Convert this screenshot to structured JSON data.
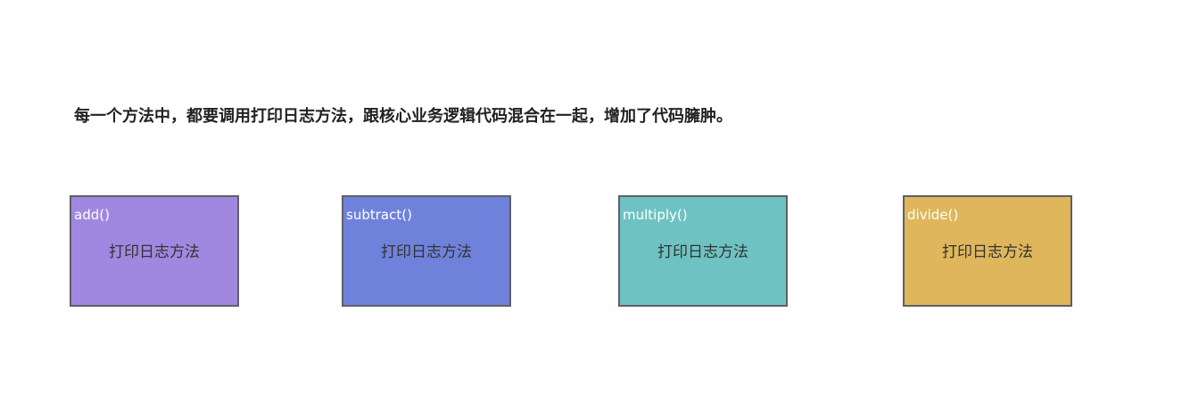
{
  "headline": "每一个方法中，都要调用打印日志方法，跟核心业务逻辑代码混合在一起，增加了代码臃肿。",
  "boxes": [
    {
      "name": "add()",
      "body": "打印日志方法",
      "color": "#a088e0"
    },
    {
      "name": "subtract()",
      "body": "打印日志方法",
      "color": "#6f82db"
    },
    {
      "name": "multiply()",
      "body": "打印日志方法",
      "color": "#6ec3c2"
    },
    {
      "name": "divide()",
      "body": "打印日志方法",
      "color": "#dfb65c"
    }
  ]
}
